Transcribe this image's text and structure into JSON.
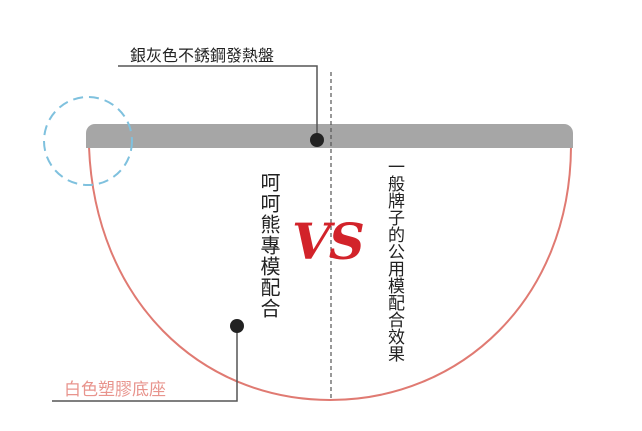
{
  "labels": {
    "heating_plate": "銀灰色不銹鋼發熱盤",
    "plastic_base": "白色塑膠底座",
    "left_side": "呵呵熊專模配合",
    "right_side": "一般牌子的公用模配合效果",
    "versus": "VS"
  },
  "colors": {
    "plate": "#a6a6a6",
    "bowl": "#e07a72",
    "dashed_circle": "#7fc1de",
    "vs": "#d2232a",
    "base_label": "#e8948d"
  }
}
